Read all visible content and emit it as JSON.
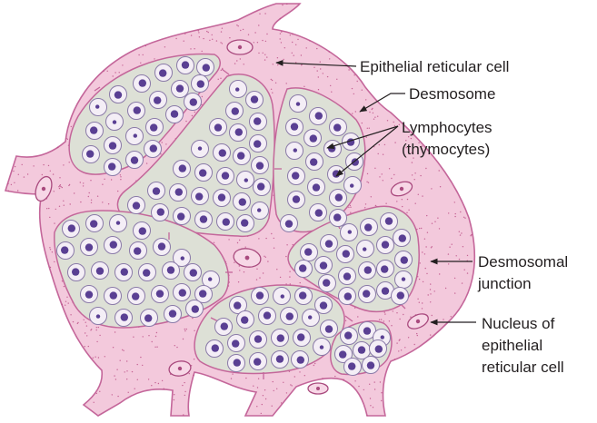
{
  "labels": {
    "epithelial_reticular_cell": "Epithelial reticular cell",
    "desmosome": "Desmosome",
    "lymphocytes_line1": "Lymphocytes",
    "lymphocytes_line2": "(thymocytes)",
    "desmosomal_junction_line1": "Desmosomal",
    "desmosomal_junction_line2": "junction",
    "nucleus_line1": "Nucleus of",
    "nucleus_line2": "epithelial",
    "nucleus_line3": "reticular cell"
  },
  "colors": {
    "reticular_cell": "#f3c9dc",
    "reticular_outline": "#c4669a",
    "compartment": "#dde0d6",
    "lymphocyte_cytoplasm": "#f4eef6",
    "lymphocyte_outline": "#8a7aa8",
    "lymphocyte_nucleus": "#5a3f93",
    "stipple": "#b94a82",
    "text": "#231f20"
  },
  "icons": {
    "pointer": "arrow-icon"
  }
}
